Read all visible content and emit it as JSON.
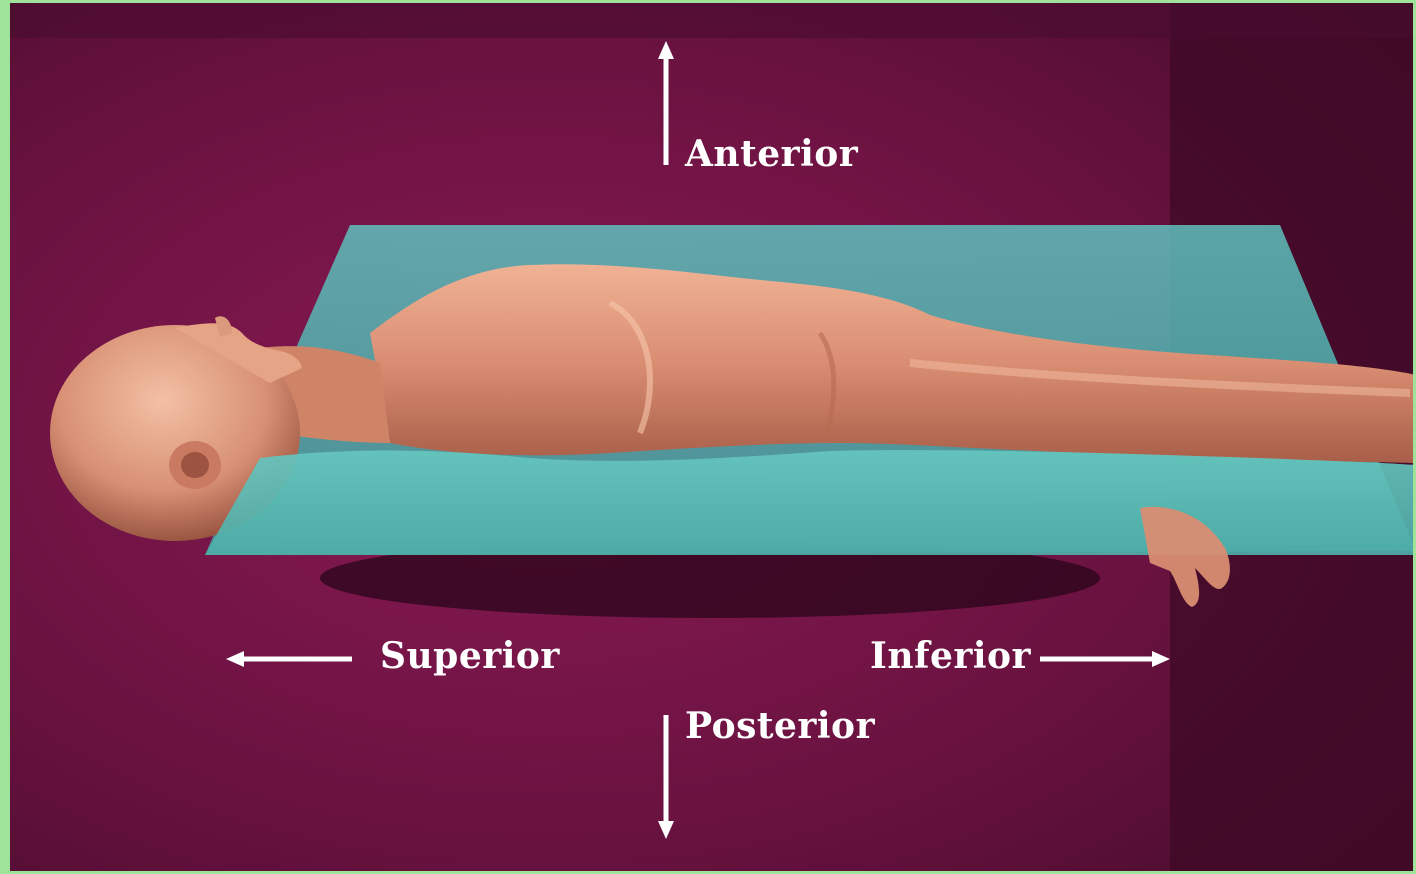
{
  "diagram": {
    "labels": {
      "anterior": "Anterior",
      "posterior": "Posterior",
      "superior": "Superior",
      "inferior": "Inferior"
    },
    "colors": {
      "background": "#6a1240",
      "background_right": "#3d0a26",
      "plane": "#4fb3b0",
      "skin": "#d98d72",
      "arrow": "#ffffff",
      "frame": "#9fe39a"
    }
  }
}
